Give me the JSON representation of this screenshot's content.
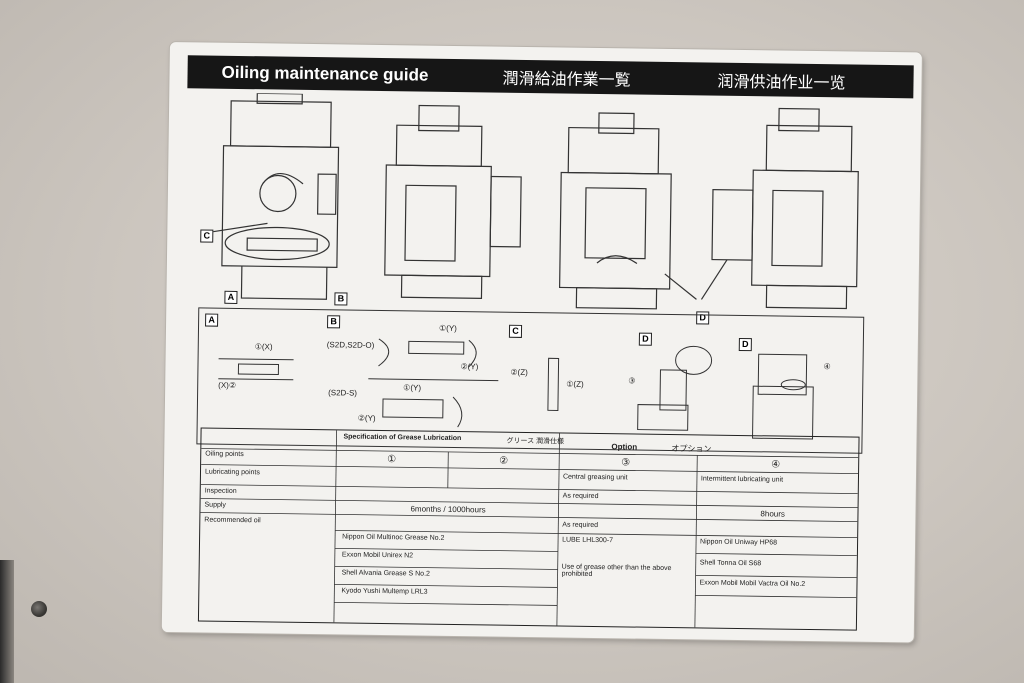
{
  "plate": {
    "title_en": "Oiling maintenance guide",
    "title_ja": "潤滑給油作業一覧",
    "title_zh": "润滑供油作业一览"
  },
  "markers": {
    "a": "A",
    "b": "B",
    "c": "C",
    "d": "D",
    "circle_x": "①(X)",
    "circle_y": "①(Y)",
    "circle_z": "①(Z)",
    "two_x": "(X)②",
    "two_y": "②(Y)",
    "two_z": "②(Z)",
    "three": "③",
    "four": "④",
    "s2d_o": "(S2D,S2D-O)",
    "s2d_s": "(S2D-S)"
  },
  "table": {
    "oiling_points": "Oiling points",
    "lubricating_points": "Lubricating points",
    "inspection": "Inspection",
    "supply": "Supply",
    "recommended_oil": "Recommended oil",
    "spec_grease": "Specification of Grease Lubrication",
    "spec_ja": "グリース 潤滑仕様",
    "option": "Option",
    "option_ja": "オプション",
    "col1": "①",
    "col2": "②",
    "col3": "③",
    "col4": "④",
    "interval_main": "6months / 1000hours",
    "as_required_1": "As required",
    "as_required_2": "As required",
    "interval_4": "8hours",
    "central_greasing": "Central greasing unit",
    "intermittent": "Intermittent lubricating unit",
    "oil_nippon": "Nippon Oil Multinoc Grease No.2",
    "oil_exxon": "Exxon Mobil Unirex N2",
    "oil_shell": "Shell Alvania Grease S No.2",
    "oil_kyodo": "Kyodo Yushi Multemp LRL3",
    "lube": "LUBE LHL300-7",
    "use_grease_note": "Use of grease other than the above prohibited",
    "oil4_nippon": "Nippon Oil Uniway HP68",
    "oil4_shell": "Shell Tonna Oil S68",
    "oil4_exxon": "Exxon Mobil Mobil Vactra Oil No.2"
  }
}
